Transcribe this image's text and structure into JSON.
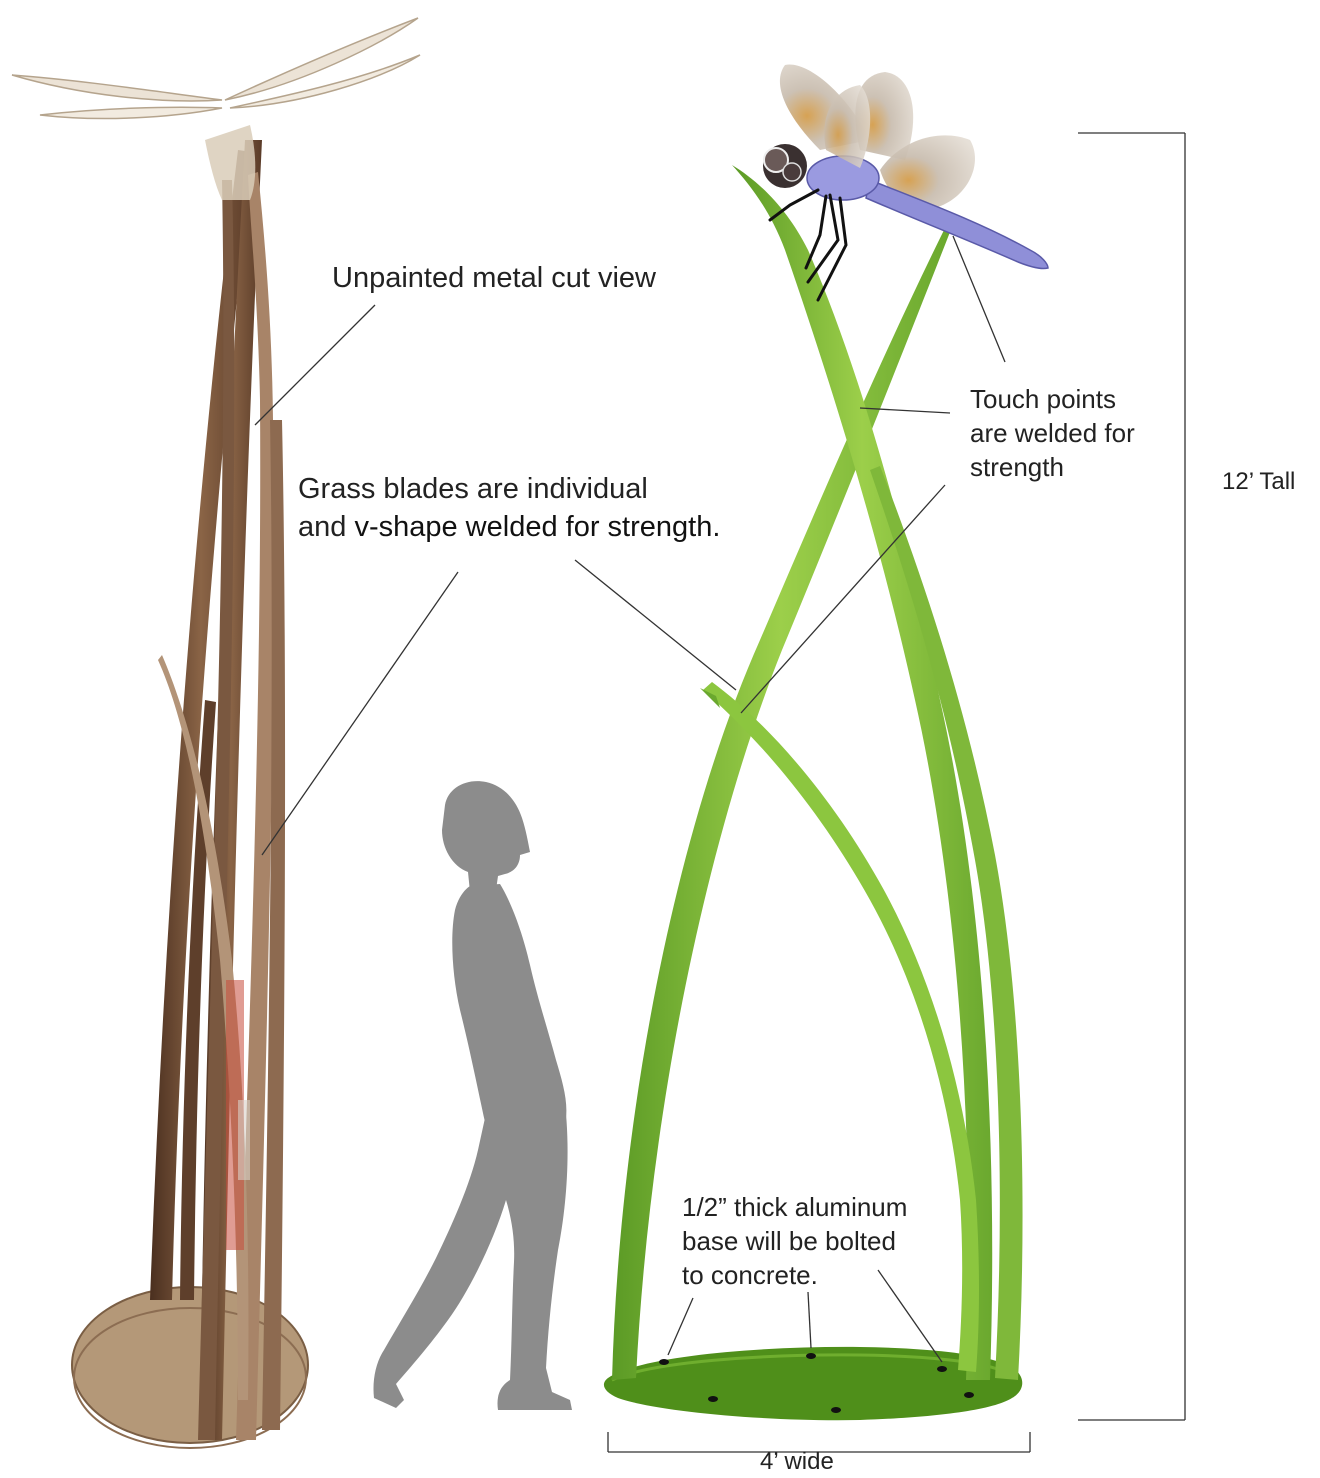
{
  "labels": {
    "metal_cut": "Unpainted metal cut view",
    "grass_line1": "Grass blades are individual",
    "grass_line2_prefix": "and ",
    "grass_line2_bold": "v-shape welded for strength.",
    "touch_line1": "Touch points",
    "touch_line2": "are welded for",
    "touch_line3": "strength",
    "tall": "12’ Tall",
    "base_line1": "1/2” thick aluminum",
    "base_line2": "base will be bolted",
    "base_line3": "to concrete.",
    "wide": "4’ wide"
  },
  "colors": {
    "grass_light": "#8cc63f",
    "grass_dark": "#4e8a1e",
    "base_green": "#4f8f1a",
    "silhouette": "#8c8c8c",
    "metal_brown": "#6b4a33",
    "cardboard": "#b69a7c",
    "dragonfly_body": "#8f8fd8",
    "dragonfly_wing": "#c9b9a0",
    "leader_line": "#333333"
  },
  "icons": {
    "maquette": "cardboard-maquette-illustration",
    "person": "person-silhouette",
    "sculpture": "grass-sculpture-illustration",
    "dragonfly": "dragonfly-illustration"
  }
}
